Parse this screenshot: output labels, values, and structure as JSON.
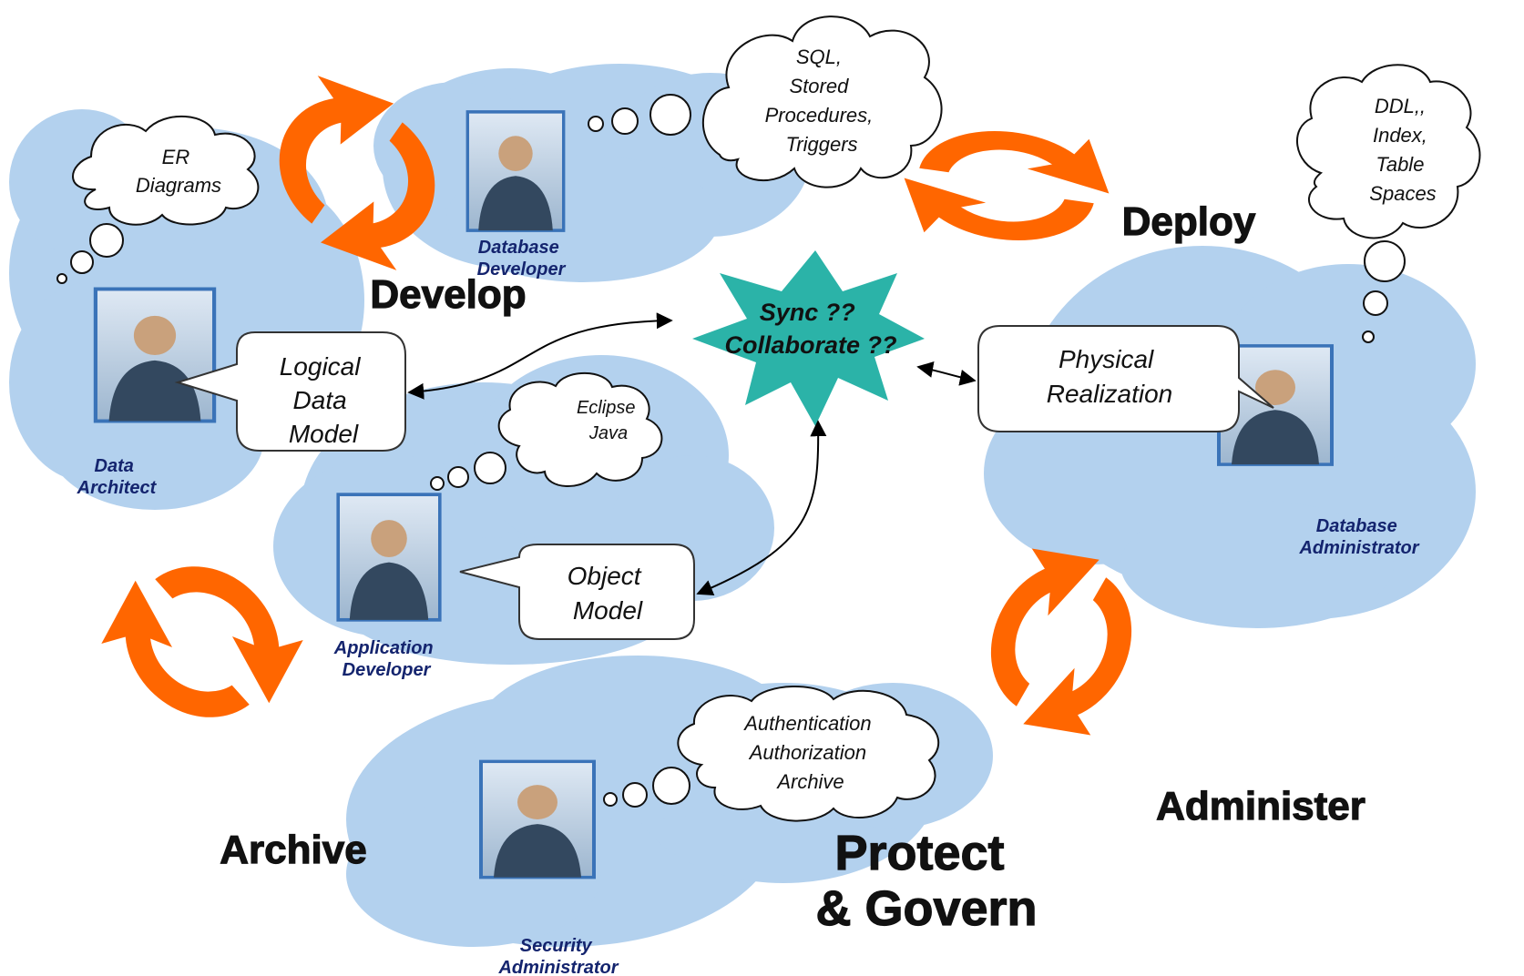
{
  "colors": {
    "cloud_fill": "#b3d1ee",
    "arrow_orange": "#ff6600",
    "burst_teal": "#2bb3a8",
    "role_label": "#14246e",
    "photo_frame": "#3a73b8"
  },
  "center": {
    "line1": "Sync ??",
    "line2": "Collaborate ??"
  },
  "phases": {
    "develop": "Develop",
    "deploy": "Deploy",
    "administer": "Administer",
    "archive": "Archive",
    "protect_line1": "Protect",
    "protect_line2": "& Govern"
  },
  "roles": {
    "data_architect": [
      "Data",
      "Architect"
    ],
    "database_developer": [
      "Database",
      "Developer"
    ],
    "application_developer": [
      "Application",
      "Developer"
    ],
    "database_administrator": [
      "Database",
      "Administrator"
    ],
    "security_administrator": [
      "Security",
      "Administrator"
    ]
  },
  "thoughts": {
    "er": [
      "ER",
      "Diagrams"
    ],
    "sql": [
      "SQL,",
      "Stored",
      "Procedures,",
      "Triggers"
    ],
    "ddl": [
      "DDL,,",
      "Index,",
      "Table",
      "Spaces"
    ],
    "eclipse": [
      "Eclipse",
      "Java"
    ],
    "auth": [
      "Authentication",
      "Authorization",
      "Archive"
    ]
  },
  "speech": {
    "logical": [
      "Logical",
      "Data",
      "Model"
    ],
    "object": [
      "Object",
      "Model"
    ],
    "physical": [
      "Physical",
      "Realization"
    ]
  },
  "icons": {
    "cycle_arrows": "circular-arrows",
    "photos": "person-photo"
  }
}
